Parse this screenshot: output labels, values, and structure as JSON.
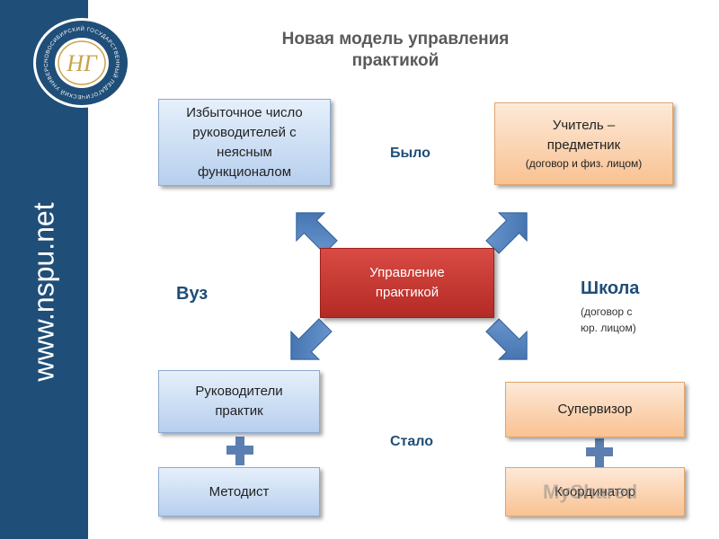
{
  "sidebar": {
    "url": "www.nspu.net",
    "logo_monogram": "НГ",
    "logo_ring_text": "НОВОСИБИРСКИЙ ГОСУДАРСТВЕННЫЙ ПЕДАГОГИЧЕСКИЙ УНИВЕРСИТЕТ"
  },
  "title": {
    "line1": "Новая модель управления",
    "line2": "практикой"
  },
  "labels": {
    "before": "Было",
    "after": "Стало",
    "university": "Вуз",
    "school": "Школа",
    "school_note_1": "(договор с",
    "school_note_2": "юр. лицом)"
  },
  "boxes": {
    "center": {
      "line1": "Управление",
      "line2": "практикой"
    },
    "top_left": {
      "line1": "Избыточное число",
      "line2": "руководителей с",
      "line3": "неясным",
      "line4": "функционалом"
    },
    "top_right": {
      "line1": "Учитель –",
      "line2": "предметник",
      "line3": "(договор и физ. лицом)"
    },
    "bottom_left": {
      "line1": "Руководители",
      "line2": "практик"
    },
    "methodist": {
      "line1": "Методист"
    },
    "supervisor": {
      "line1": "Супервизор"
    },
    "coordinator": {
      "line1": "Координатор"
    }
  },
  "watermark": "MyShared",
  "colors": {
    "sidebar": "#1f4e78",
    "arrows": "#4f81bd",
    "plus": "#5b7fb0",
    "center_box": "#c0302b",
    "blue_box": "#c9dcf3",
    "orange_box": "#fbd5b4",
    "label_text": "#1f4e78"
  }
}
